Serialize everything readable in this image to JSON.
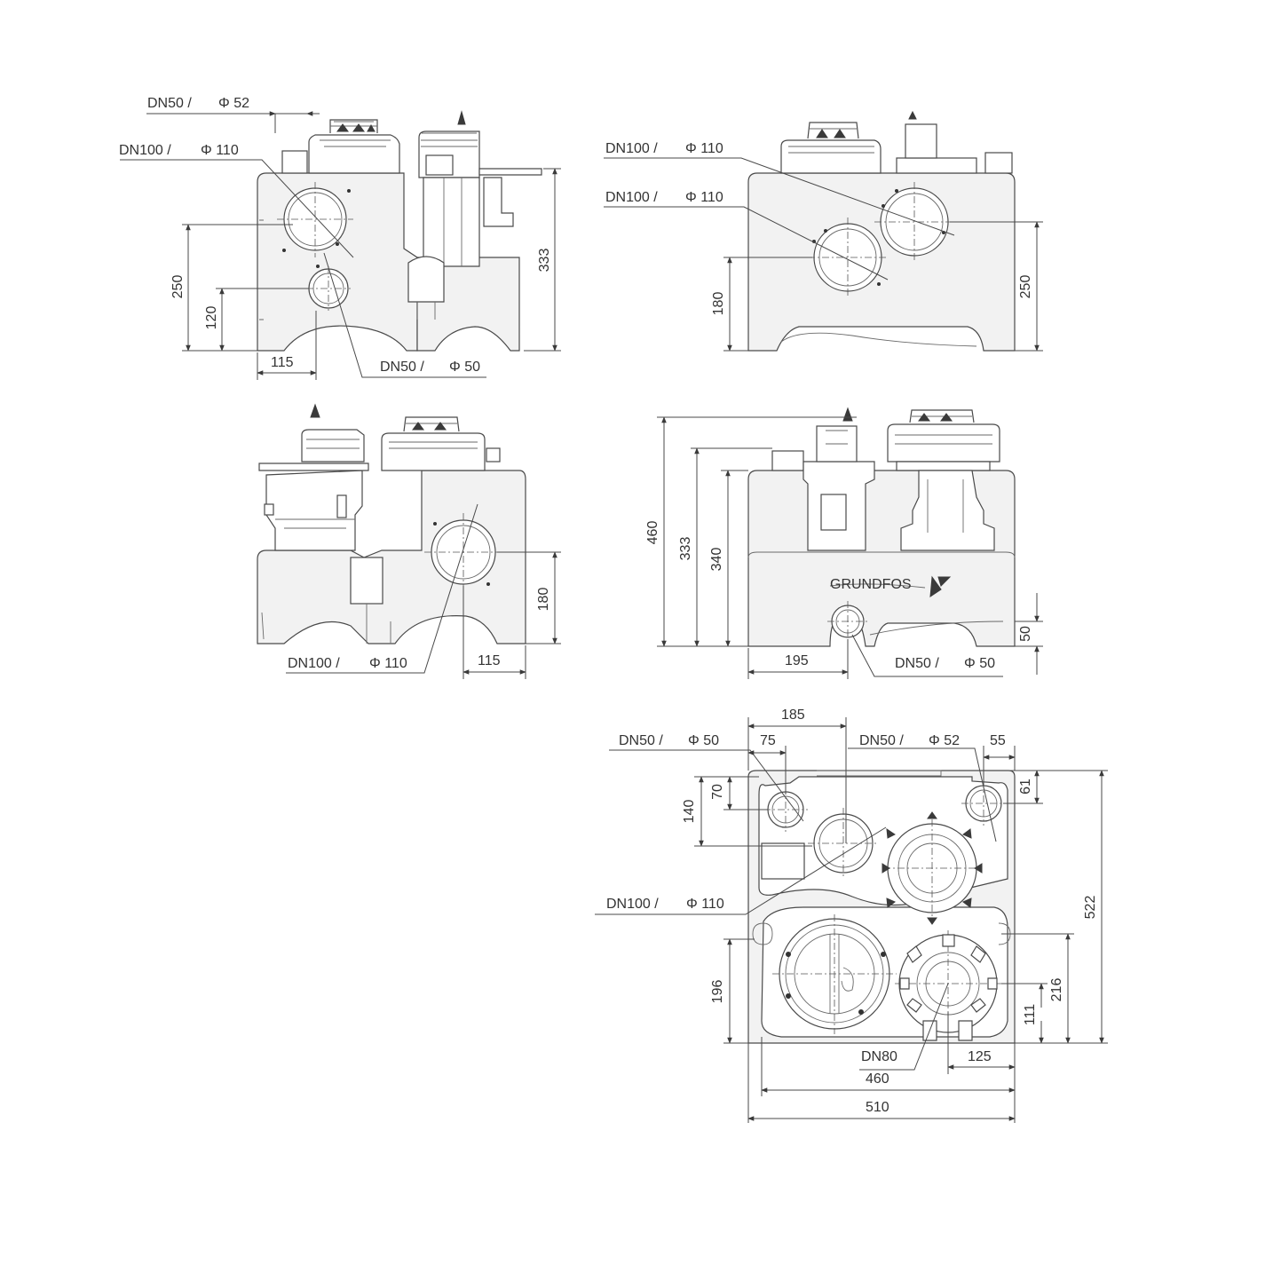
{
  "labels": {
    "dn50": "DN50 /",
    "dn100": "DN100 /",
    "dn80": "DN80",
    "phi52": "Φ 52",
    "phi110": "Φ 110",
    "phi50": "Φ 50"
  },
  "dims": {
    "d115": "115",
    "d120": "120",
    "d250": "250",
    "d333": "333",
    "d180": "180",
    "d195": "195",
    "d50": "50",
    "d340": "340",
    "d460": "460",
    "d185": "185",
    "d75": "75",
    "d55": "55",
    "d70": "70",
    "d140": "140",
    "d61": "61",
    "d522": "522",
    "d196": "196",
    "d216": "216",
    "d111": "111",
    "d125": "125",
    "d510": "510"
  },
  "logo": {
    "brand": "GRUNDFOS"
  }
}
